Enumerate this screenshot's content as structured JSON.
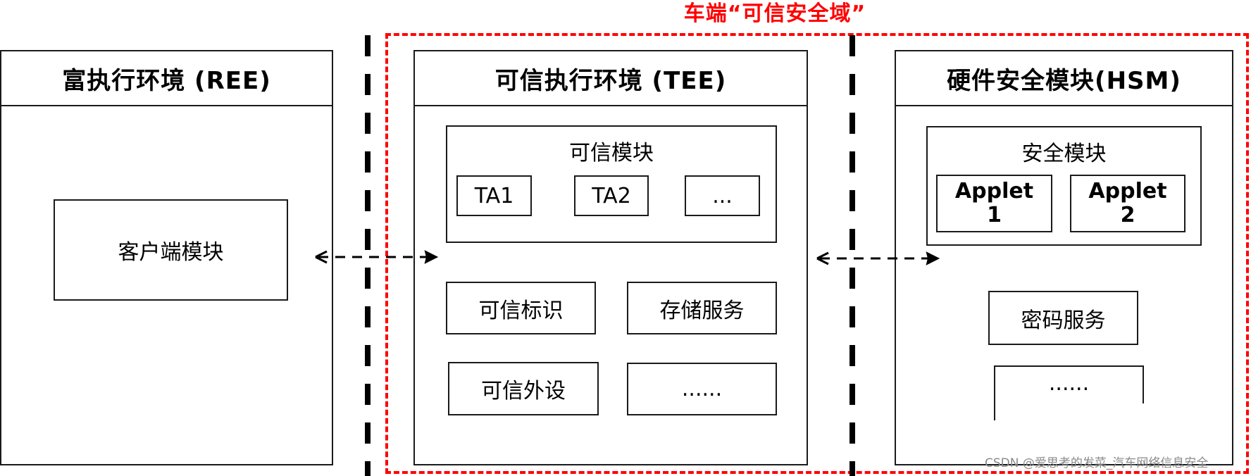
{
  "domain_title": "车端“可信安全域”",
  "colors": {
    "domain_border": "#ff0000",
    "domain_title": "#ff0000",
    "box_border": "#1a1a1a",
    "separator": "#000000"
  },
  "ree": {
    "title": "富执行环境 (REE)",
    "client_module": "客户端模块"
  },
  "tee": {
    "title": "可信执行环境 (TEE)",
    "trusted_module": {
      "label": "可信模块",
      "apps": [
        "TA1",
        "TA2",
        "..."
      ]
    },
    "services": [
      "可信标识",
      "存储服务",
      "可信外设",
      "......"
    ]
  },
  "hsm": {
    "title": "硬件安全模块(HSM)",
    "security_module": {
      "label": "安全模块",
      "applets": [
        {
          "line1": "Applet",
          "line2": "1"
        },
        {
          "line1": "Applet",
          "line2": "2"
        }
      ]
    },
    "crypto_service": "密码服务",
    "more": "......"
  },
  "connections": [
    {
      "from": "REE",
      "to": "TEE",
      "style": "dashed",
      "direction": "bidirectional"
    },
    {
      "from": "TEE",
      "to": "HSM",
      "style": "dashed",
      "direction": "bidirectional"
    }
  ],
  "watermark": "CSDN @爱思考的发菜_汽车网络信息安全"
}
